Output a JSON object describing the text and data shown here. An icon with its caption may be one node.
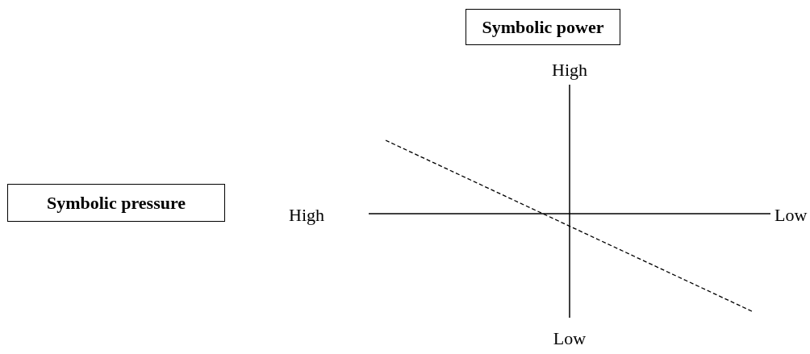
{
  "diagram": {
    "nodes": [
      {
        "text": [
          "Symbolic power"
        ]
      },
      {
        "text": [
          "Symbolic pressure"
        ]
      }
    ],
    "labels": [
      "High",
      "High",
      "Low",
      "Low"
    ]
  }
}
